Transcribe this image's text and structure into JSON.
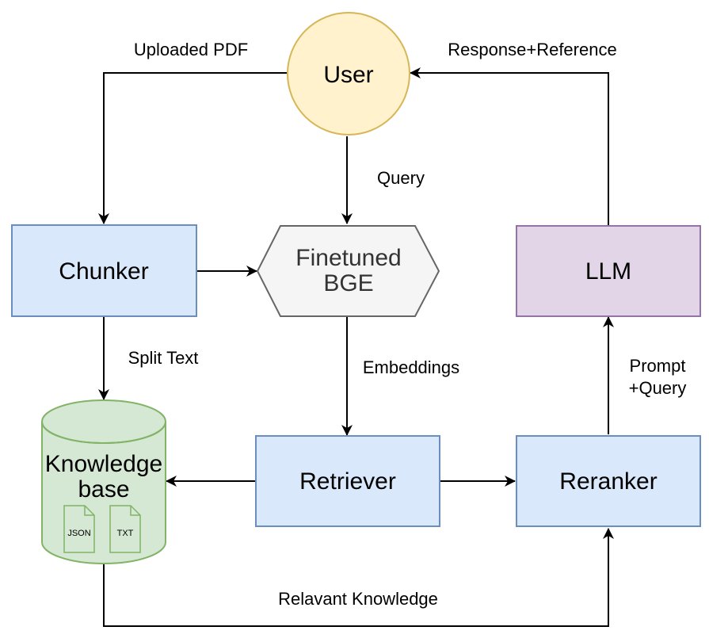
{
  "nodes": {
    "user": {
      "label": "User",
      "fill": "#fff2cc",
      "stroke": "#d6b656"
    },
    "chunker": {
      "label": "Chunker",
      "fill": "#dae8fc",
      "stroke": "#6c8ebf"
    },
    "bge": {
      "label_line1": "Finetuned",
      "label_line2": "BGE",
      "fill": "#f5f5f5",
      "stroke": "#666666",
      "text_color": "#333333"
    },
    "llm": {
      "label": "LLM",
      "fill": "#e1d5e7",
      "stroke": "#9673a6"
    },
    "knowledge_base": {
      "label_line1": "Knowledge",
      "label_line2": "base",
      "fill": "#d5e8d4",
      "stroke": "#82b366",
      "files": [
        {
          "label": "JSON"
        },
        {
          "label": "TXT"
        }
      ]
    },
    "retriever": {
      "label": "Retriever",
      "fill": "#dae8fc",
      "stroke": "#6c8ebf"
    },
    "reranker": {
      "label": "Reranker",
      "fill": "#dae8fc",
      "stroke": "#6c8ebf"
    }
  },
  "edges": {
    "uploaded_pdf": "Uploaded PDF",
    "response_reference": "Response+Reference",
    "query": "Query",
    "split_text": "Split Text",
    "embeddings": "Embeddings",
    "prompt_line1": "Prompt",
    "prompt_line2": "+Query",
    "relevant_knowledge": "Relavant Knowledge"
  }
}
